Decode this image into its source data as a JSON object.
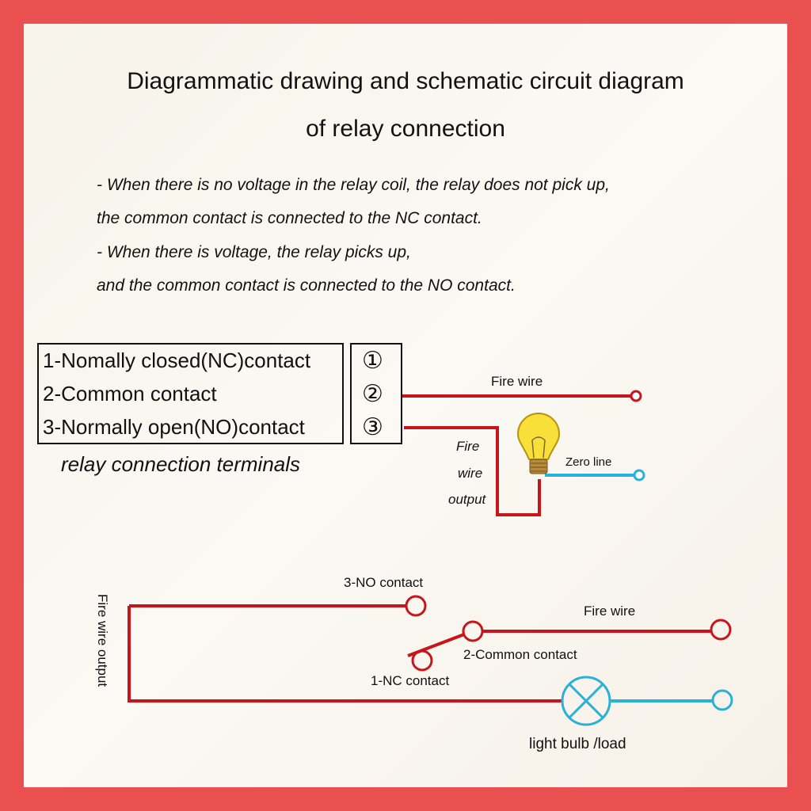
{
  "title": {
    "line1": "Diagrammatic drawing and schematic circuit diagram",
    "line2": "of relay connection"
  },
  "description": [
    "- When there is no voltage in the relay coil, the relay does not pick up,",
    " the common contact is connected to the NC contact.",
    "- When there is voltage, the relay picks up,",
    " and the common contact is connected to the NO contact."
  ],
  "terminals": {
    "items": [
      "1-Nomally closed(NC)contact",
      "2-Common contact",
      "3-Normally open(NO)contact"
    ],
    "numbers": [
      "①",
      "②",
      "③"
    ],
    "caption": "relay connection terminals"
  },
  "wiring": {
    "fire_wire": "Fire wire",
    "fire_wire_output": [
      "Fire",
      "wire",
      "output"
    ],
    "zero_line": "Zero line"
  },
  "schematic": {
    "no_contact": "3-NO contact",
    "fire_wire": "Fire wire",
    "common_contact": "2-Common contact",
    "nc_contact": "1-NC contact",
    "fire_wire_output": "Fire wire output",
    "load": "light bulb /load"
  },
  "colors": {
    "border": "#e9504f",
    "fire": "#c8151b",
    "zero": "#2bb0d6"
  }
}
